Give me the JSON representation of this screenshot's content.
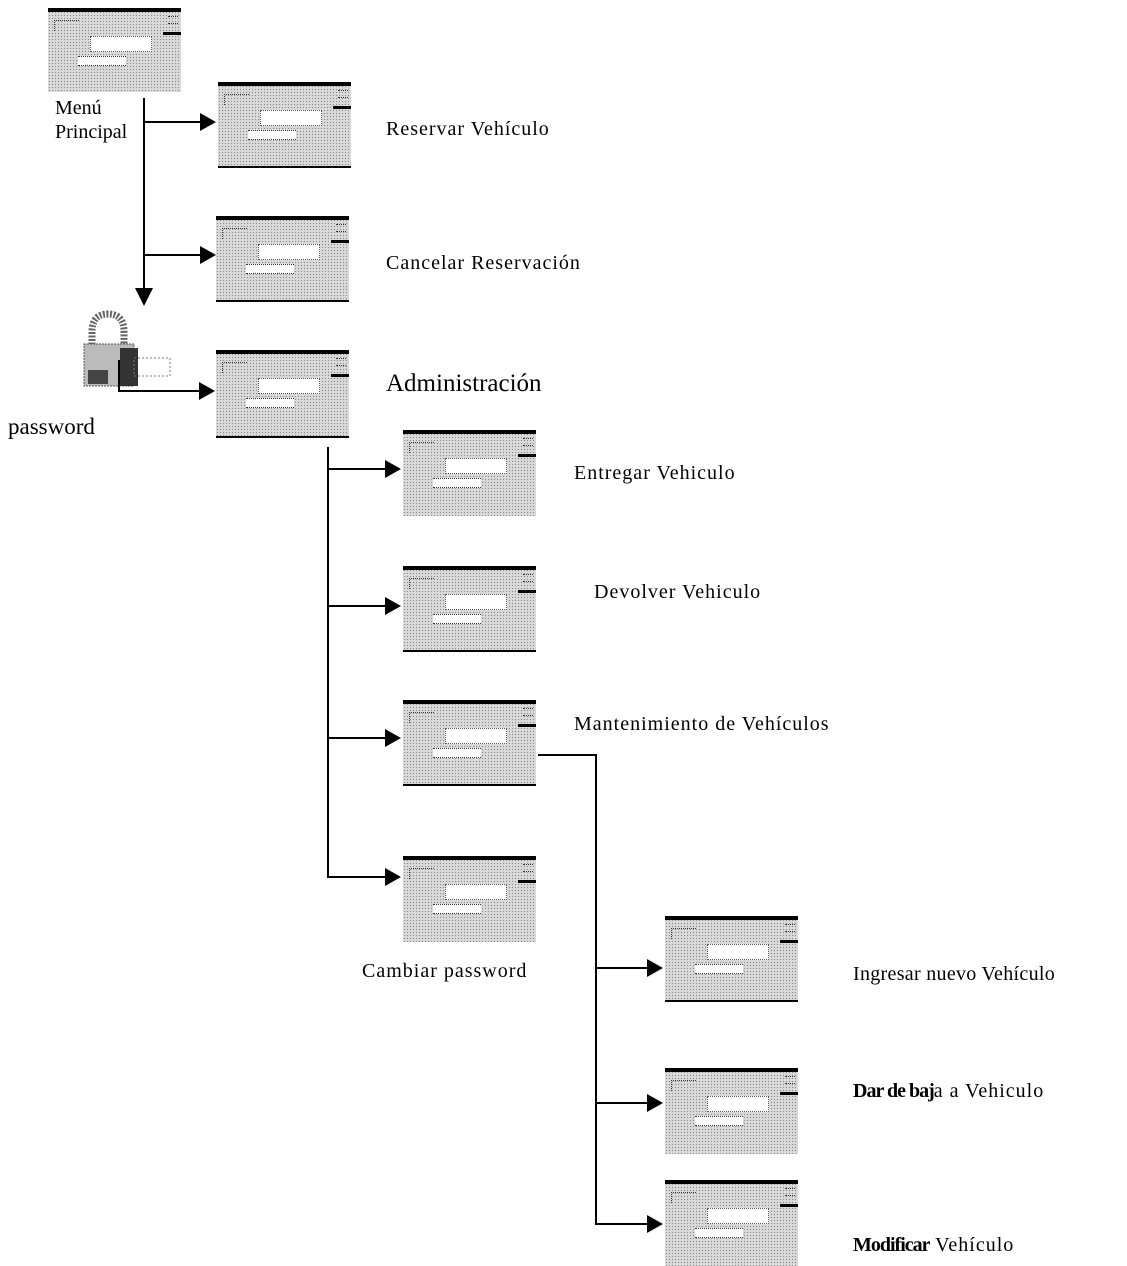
{
  "menu_principal": "Menú\nPrincipal",
  "password_label": "password",
  "screens": {
    "reservar": "Reservar Vehículo",
    "cancelar": "Cancelar Reservación",
    "administracion": "Administración",
    "entregar": "Entregar Vehiculo",
    "devolver": "Devolver Vehiculo",
    "mantenimiento": "Mantenimiento de Vehículos",
    "cambiar": "Cambiar password",
    "ingresar": "Ingresar nuevo Vehículo",
    "dar_baja_bold": "Dar de baj",
    "dar_baja_rest": "a a Vehiculo",
    "modificar_bold": "Modificar",
    "modificar_rest": " Vehículo"
  }
}
